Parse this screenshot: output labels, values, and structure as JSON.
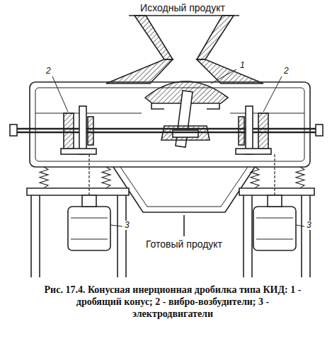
{
  "diagram": {
    "caption": "Рис. 17.4. Конусная инерционная дробилка типа КИД: 1 - дробящий конус; 2 - вибро-возбудители; 3 - электродвигатели",
    "labels": [
      "Исходный продукт",
      "Готовый продукт",
      "1",
      "2",
      "2",
      "3",
      "3"
    ]
  }
}
